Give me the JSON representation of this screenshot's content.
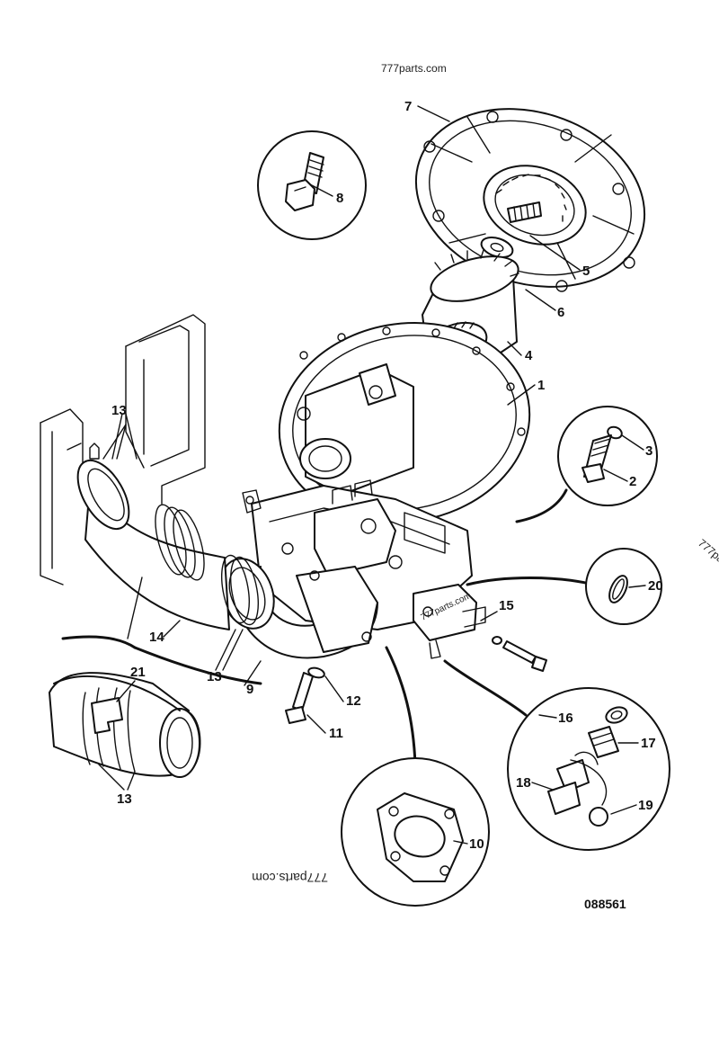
{
  "drawing_number": "088561",
  "watermarks": {
    "top": "777parts.com",
    "bottom_mirrored": "777parts.com",
    "right_edge": "777pa",
    "on_part": "777parts.com"
  },
  "callouts": {
    "c1": "1",
    "c2": "2",
    "c3": "3",
    "c4": "4",
    "c5": "5",
    "c6": "6",
    "c7": "7",
    "c8": "8",
    "c9": "9",
    "c10": "10",
    "c11": "11",
    "c12": "12",
    "c13a": "13",
    "c13b": "13",
    "c13c": "13",
    "c14": "14",
    "c15": "15",
    "c16": "16",
    "c17": "17",
    "c18": "18",
    "c19": "19",
    "c20": "20",
    "c21": "21"
  }
}
